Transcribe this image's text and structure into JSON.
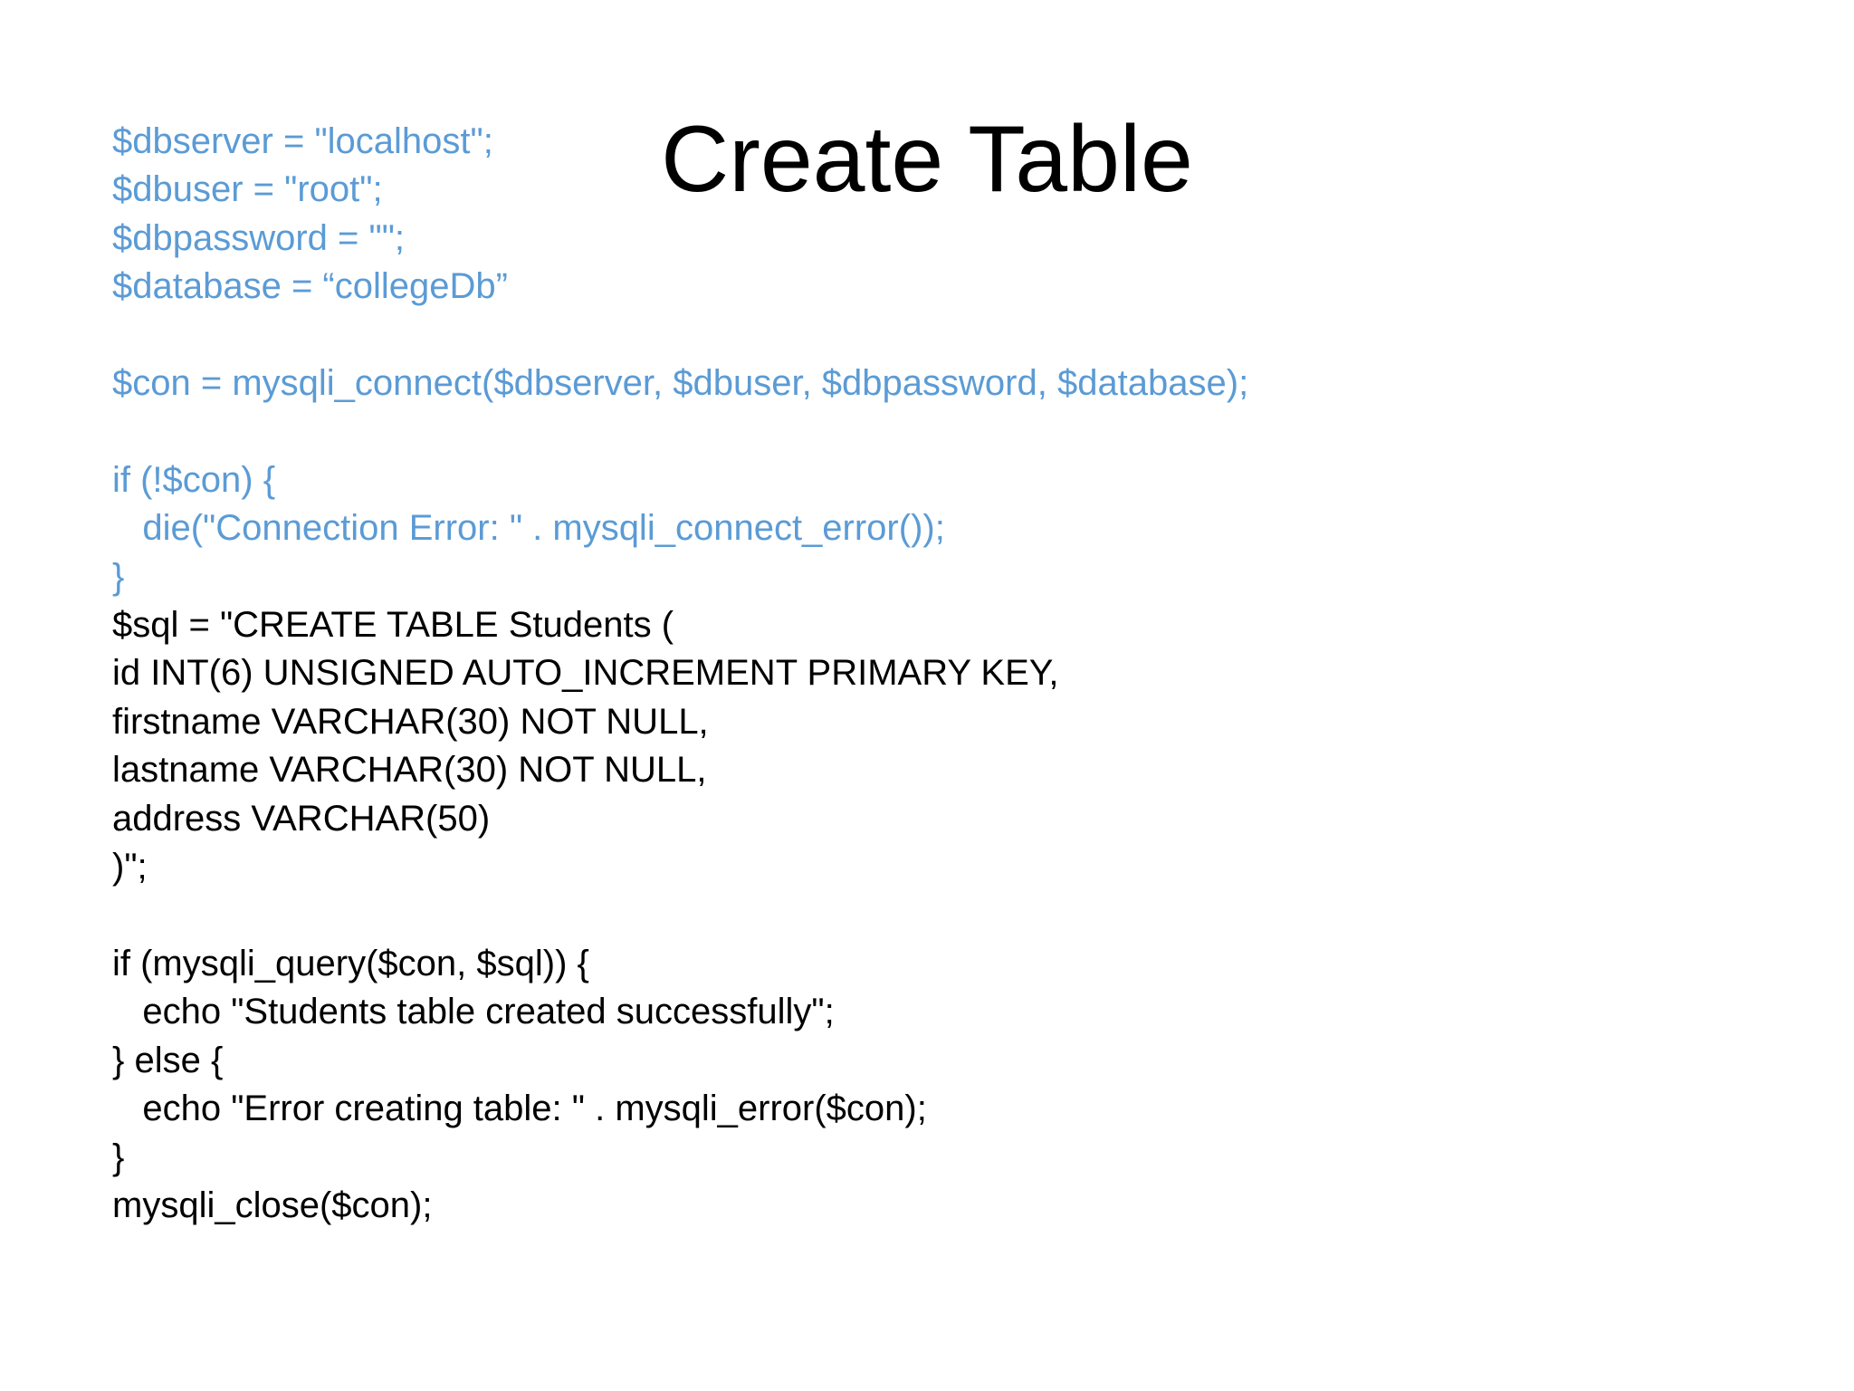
{
  "slide": {
    "title": "Create Table",
    "background_color": "#ffffff",
    "title_color": "#000000",
    "code_blue_color": "#5b9bd5",
    "code_black_color": "#000000"
  },
  "code": {
    "lines": [
      {
        "text": "$dbserver = \"localhost\";",
        "color": "blue"
      },
      {
        "text": "$dbuser = \"root\";",
        "color": "blue"
      },
      {
        "text": "$dbpassword = \"\";",
        "color": "blue"
      },
      {
        "text": "$database = “collegeDb”",
        "color": "blue"
      },
      {
        "text": " ",
        "color": "blank"
      },
      {
        "text": "$con = mysqli_connect($dbserver, $dbuser, $dbpassword, $database);",
        "color": "blue"
      },
      {
        "text": " ",
        "color": "blank"
      },
      {
        "text": "if (!$con) {",
        "color": "blue"
      },
      {
        "text": "   die(\"Connection Error: \" . mysqli_connect_error());",
        "color": "blue"
      },
      {
        "text": "}",
        "color": "blue"
      },
      {
        "text": "$sql = \"CREATE TABLE Students (",
        "color": "black"
      },
      {
        "text": "id INT(6) UNSIGNED AUTO_INCREMENT PRIMARY KEY,",
        "color": "black"
      },
      {
        "text": "firstname VARCHAR(30) NOT NULL,",
        "color": "black"
      },
      {
        "text": "lastname VARCHAR(30) NOT NULL,",
        "color": "black"
      },
      {
        "text": "address VARCHAR(50)",
        "color": "black"
      },
      {
        "text": ")\";",
        "color": "black"
      },
      {
        "text": " ",
        "color": "blank"
      },
      {
        "text": "if (mysqli_query($con, $sql)) {",
        "color": "black"
      },
      {
        "text": "   echo \"Students table created successfully\";",
        "color": "black"
      },
      {
        "text": "} else {",
        "color": "black"
      },
      {
        "text": "   echo \"Error creating table: \" . mysqli_error($con);",
        "color": "black"
      },
      {
        "text": "}",
        "color": "black"
      },
      {
        "text": "mysqli_close($con);",
        "color": "black"
      }
    ]
  }
}
